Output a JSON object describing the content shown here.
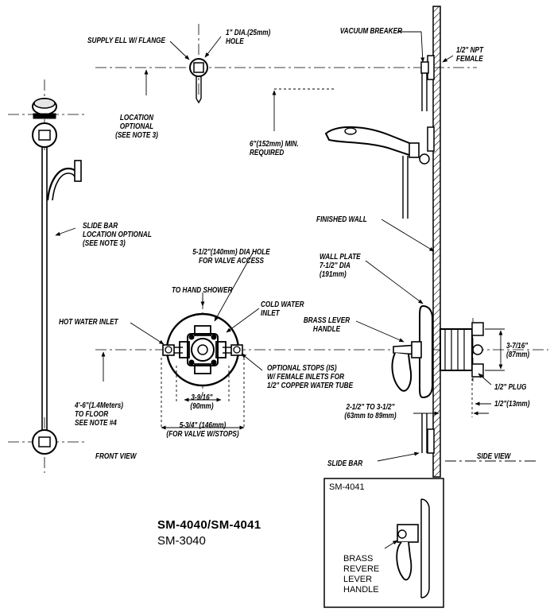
{
  "labels": {
    "supply_ell": "SUPPLY ELL W/ FLANGE",
    "hole_dia": "1\" DIA.(25mm)\nHOLE",
    "vacuum_breaker": "VACUUM BREAKER",
    "npt_female": "1/2\" NPT\nFEMALE",
    "location_optional": "LOCATION\nOPTIONAL\n(SEE NOTE 3)",
    "min_required": "6\"(152mm) MIN.\nREQUIRED",
    "finished_wall": "FINISHED WALL",
    "slide_bar_location": "SLIDE BAR\nLOCATION OPTIONAL\n(SEE NOTE 3)",
    "valve_hole": "5-1/2\"(140mm) DIA HOLE\nFOR VALVE ACCESS",
    "wall_plate": "WALL PLATE\n7-1/2\" DIA\n(191mm)",
    "to_hand_shower": "TO HAND SHOWER",
    "cold_water_inlet": "COLD WATER\nINLET",
    "brass_lever_handle": "BRASS LEVER\nHANDLE",
    "hot_water_inlet": "HOT WATER INLET",
    "dim_3_7_16": "3-7/16\"\n(87mm)",
    "optional_stops": "OPTIONAL STOPS (IS)\nW/ FEMALE INLETS FOR\n1/2\" COPPER WATER TUBE",
    "plug": "1/2\" PLUG",
    "dim_3_9_16": "3-9/16\"\n(90mm)",
    "to_floor": "4'-6\"(1.4Meters)\nTO FLOOR\nSEE NOTE #4",
    "dim_half_13": "1/2\"(13mm)",
    "dim_2_half": "2-1/2\" TO 3-1/2\"\n(63mm to 89mm)",
    "dim_5_3_4": "5-3/4\" (146mm)\n(FOR VALVE W/STOPS)",
    "front_view": "FRONT VIEW",
    "slide_bar": "SLIDE BAR",
    "side_view": "SIDE VIEW"
  },
  "title": "SM-4040/SM-4041",
  "subtitle": "SM-3040",
  "inset": {
    "model": "SM-4041",
    "callout": "BRASS\nREVERE\nLEVER\nHANDLE"
  }
}
